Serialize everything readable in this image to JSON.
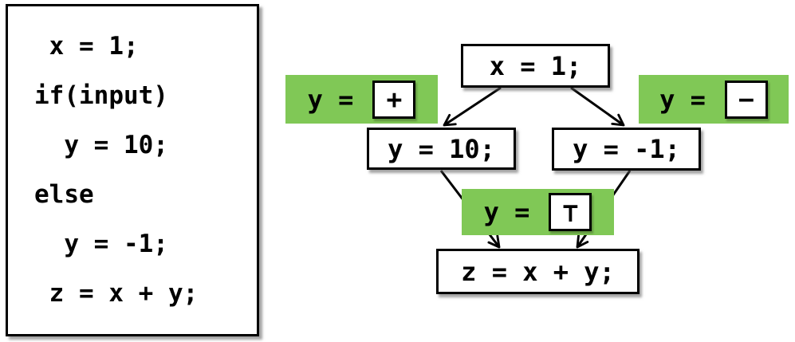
{
  "colors": {
    "highlight_green": "#80C856",
    "box_border": "#000000",
    "box_fill": "#FFFFFF"
  },
  "code_panel": {
    "lines": [
      " x = 1;",
      "if(input)",
      "  y = 10;",
      "else",
      "  y = -1;",
      " z = x + y;"
    ]
  },
  "diagram": {
    "nodes": {
      "assign_x": "x = 1;",
      "assign_y_pos": "y = 10;",
      "assign_y_neg": "y = -1;",
      "assign_z": "z = x + y;"
    },
    "annotations": {
      "pos": {
        "label": "y =",
        "symbol": "+"
      },
      "neg": {
        "label": "y =",
        "symbol": "−"
      },
      "top": {
        "label": "y =",
        "symbol": "⊤"
      }
    }
  }
}
